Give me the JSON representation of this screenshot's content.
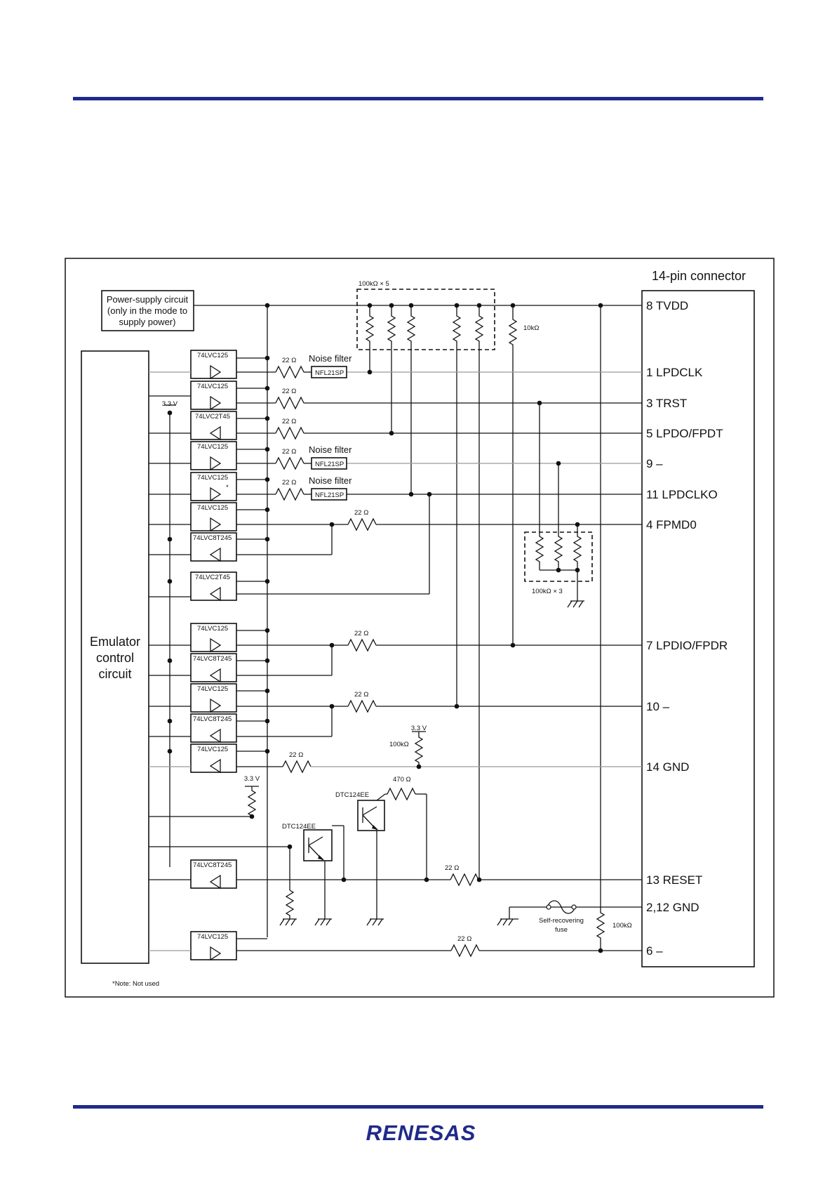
{
  "connector": {
    "title": "14-pin connector"
  },
  "power_supply": {
    "line1": "Power-supply circuit",
    "line2": "(only in the mode to",
    "line3": "supply power)"
  },
  "emulator": {
    "line1": "Emulator",
    "line2": "control",
    "line3": "circuit"
  },
  "pins": [
    "8 TVDD",
    "1 LPDCLK",
    "3 TRST",
    "5 LPDO/FPDT",
    "9 –",
    "11 LPDCLKO",
    "4 FPMD0",
    "7 LPDIO/FPDR",
    "10 –",
    "14 GND",
    "13 RESET",
    "2,12 GND",
    "6 –"
  ],
  "buffers": [
    "74LVC125",
    "74LVC125",
    "74LVC2T45",
    "74LVC125",
    "74LVC125",
    "74LVC125",
    "74LVC8T245",
    "74LVC2T45",
    "74LVC125",
    "74LVC8T245",
    "74LVC125",
    "74LVC8T245",
    "74LVC125",
    "74LVC8T245",
    "74LVC125"
  ],
  "buffer_note_mark": "*",
  "resistor_labels": {
    "r22": "22 Ω",
    "pullup_array": "100kΩ × 5",
    "r10k": "10kΩ",
    "pulldown_array": "100kΩ × 3",
    "r100k": "100kΩ",
    "r470": "470 Ω"
  },
  "noise_filter": {
    "label": "Noise filter",
    "part": "NFL21SP"
  },
  "voltage": "3.3 V",
  "transistors": [
    "DTC124EE",
    "DTC124EE"
  ],
  "fuse": {
    "line1": "Self-recovering",
    "line2": "fuse"
  },
  "note": "*Note: Not used",
  "footer": {
    "brand": "RENESAS"
  },
  "colors": {
    "rule": "#1f2a8a",
    "logo": "#1f2a8a"
  }
}
